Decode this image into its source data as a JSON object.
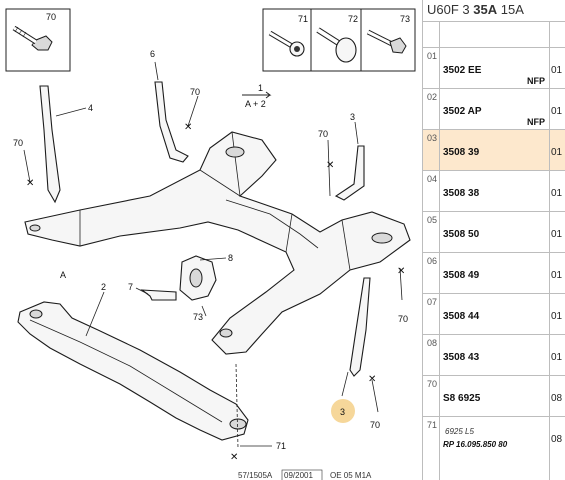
{
  "diagram": {
    "hardware": [
      {
        "label": "70"
      },
      {
        "label": "71"
      },
      {
        "label": "72"
      },
      {
        "label": "73"
      }
    ],
    "reference": {
      "number": "1",
      "view": "A + 2"
    },
    "callouts": {
      "c4": "4",
      "c6": "6",
      "c70a": "70",
      "c70b": "70",
      "c70c": "70",
      "c3top": "3",
      "cA": "A",
      "c8": "8",
      "c7": "7",
      "c73": "73",
      "c2": "2",
      "c70d": "70",
      "c3bottom": "3",
      "c70e": "70",
      "c71": "71"
    },
    "footer_code": "57/1505A",
    "footer_date": "09/2001",
    "footer_ref": "OE 05 M1A"
  },
  "colors": {
    "selection": "#fde8cd",
    "highlight_badge": "#f6d79a",
    "grid": "#bdbdbd"
  },
  "panel": {
    "header": {
      "code": "U60F 3",
      "bold": "35A",
      "suffix": "15A"
    },
    "rows": [
      {
        "index": "01",
        "ref": "3502 EE",
        "nfp": "NFP",
        "qty": "01",
        "selected": false
      },
      {
        "index": "02",
        "ref": "3502 AP",
        "nfp": "NFP",
        "qty": "01",
        "selected": false
      },
      {
        "index": "03",
        "ref": "3508 39",
        "nfp": "",
        "qty": "01",
        "selected": true
      },
      {
        "index": "04",
        "ref": "3508 38",
        "nfp": "",
        "qty": "01",
        "selected": false
      },
      {
        "index": "05",
        "ref": "3508 50",
        "nfp": "",
        "qty": "01",
        "selected": false
      },
      {
        "index": "06",
        "ref": "3508 49",
        "nfp": "",
        "qty": "01",
        "selected": false
      },
      {
        "index": "07",
        "ref": "3508 44",
        "nfp": "",
        "qty": "01",
        "selected": false
      },
      {
        "index": "08",
        "ref": "3508 43",
        "nfp": "",
        "qty": "01",
        "selected": false
      },
      {
        "index": "70",
        "ref": "S8 6925",
        "nfp": "",
        "qty": "08",
        "selected": false
      },
      {
        "index": "71",
        "note1": "6925 L5",
        "note2": "RP 16.095.850 80",
        "qty": "08",
        "selected": false
      }
    ]
  }
}
